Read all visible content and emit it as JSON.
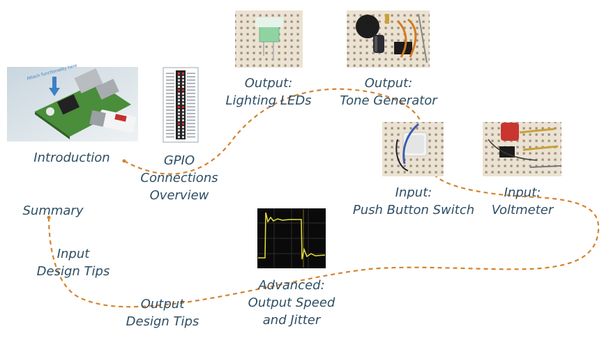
{
  "colors": {
    "label": "#2e4e63",
    "path": "#d6822d"
  },
  "photos": [
    {
      "name": "raspberry-pi-photo",
      "content": "Raspberry Pi board with USB Wi-Fi dongle",
      "caption": "Attach functionality here"
    },
    {
      "name": "gpio-header-photo",
      "content": "GPIO header pinout chart"
    },
    {
      "name": "led-breadboard-photo",
      "content": "LED on breadboard"
    },
    {
      "name": "tone-generator-photo",
      "content": "Buzzer and capacitor on breadboard"
    },
    {
      "name": "push-button-photo",
      "content": "Push button switch on breadboard"
    },
    {
      "name": "voltmeter-photo",
      "content": "Voltmeter circuit on breadboard"
    },
    {
      "name": "oscilloscope-photo",
      "content": "Oscilloscope trace showing square wave jitter"
    }
  ],
  "topics": {
    "introduction": {
      "lines": [
        "Introduction"
      ]
    },
    "gpio": {
      "lines": [
        "GPIO",
        "Connections",
        "Overview"
      ]
    },
    "output_leds": {
      "lines": [
        "Output:",
        "Lighting LEDs"
      ]
    },
    "output_tone": {
      "lines": [
        "Output:",
        "Tone Generator"
      ]
    },
    "input_button": {
      "lines": [
        "Input:",
        "Push Button Switch"
      ]
    },
    "input_voltmeter": {
      "lines": [
        "Input:",
        "Voltmeter"
      ]
    },
    "advanced": {
      "lines": [
        "Advanced:",
        "Output Speed",
        "and Jitter"
      ]
    },
    "output_tips": {
      "lines": [
        "Output",
        "Design Tips"
      ]
    },
    "input_tips": {
      "lines": [
        "Input",
        "Design Tips"
      ]
    },
    "summary": {
      "lines": [
        "Summary"
      ]
    }
  }
}
